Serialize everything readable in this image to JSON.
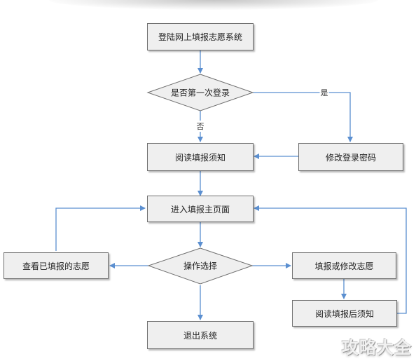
{
  "nodes": {
    "login": "登陆网上填报志愿系统",
    "first_login": "是否第一次登录",
    "read_notice": "阅读填报须知",
    "change_password": "修改登录密码",
    "main_page": "进入填报主页面",
    "choose_action": "操作选择",
    "view_filled": "查看已填报的志愿",
    "fill_or_modify": "填报或修改志愿",
    "read_after": "阅读填报后须知",
    "exit": "退出系统"
  },
  "edge_labels": {
    "yes": "是",
    "no": "否"
  },
  "watermark": "攻略大全",
  "colors": {
    "box_fill": "#efefef",
    "box_border": "#6f6f6f",
    "arrow": "#5b8fd0"
  }
}
